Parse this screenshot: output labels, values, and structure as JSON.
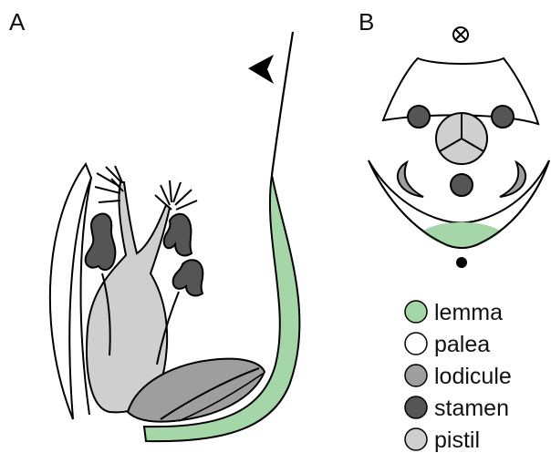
{
  "panels": {
    "a": {
      "label": "A"
    },
    "b": {
      "label": "B"
    }
  },
  "colors": {
    "lemma": "#a5d6a7",
    "palea": "#ffffff",
    "lodicule": "#9e9e9e",
    "stamen": "#555555",
    "pistil": "#cfcfcf",
    "outline": "#000000"
  },
  "legend": {
    "items": [
      {
        "key": "lemma",
        "label": "lemma"
      },
      {
        "key": "palea",
        "label": "palea"
      },
      {
        "key": "lodicule",
        "label": "lodicule"
      },
      {
        "key": "stamen",
        "label": "stamen"
      },
      {
        "key": "pistil",
        "label": "pistil"
      }
    ]
  },
  "icons": {
    "awn_marker": "arrowhead-icon",
    "axis_symbol": "circle-cross-icon",
    "rachilla_dot": "black-dot-icon"
  }
}
